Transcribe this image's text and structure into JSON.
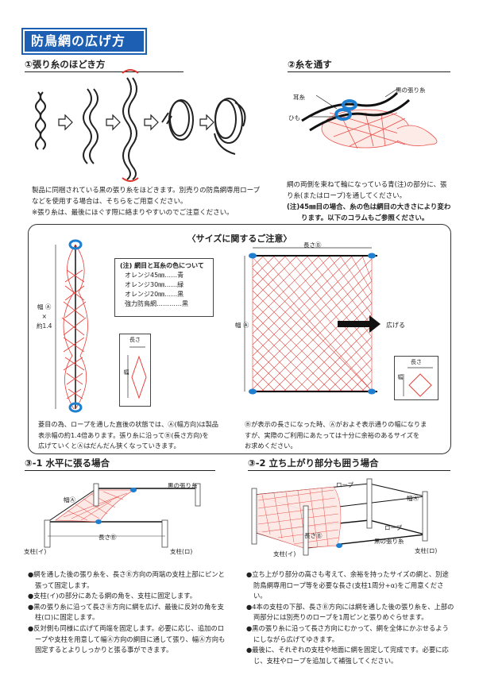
{
  "page_title": "防鳥網の広げ方",
  "step1": {
    "heading": "①張り糸のほどき方",
    "text": [
      "製品に同梱されている黒の張り糸をほどきます。別売りの防鳥網専用ロープ",
      "などを使用する場合は、そちらをご用意ください。",
      "※張り糸は、最後にほぐす際に絡まりやすいのでご注意ください。"
    ]
  },
  "step2": {
    "heading": "②糸を通す",
    "labels": {
      "black_line": "黒の張り糸",
      "ear": "耳糸",
      "string": "ひも"
    },
    "text": [
      "網の両側を束ねて輪になっている青(注)の部分に、張",
      "り糸(またはロープ)を通してください。"
    ],
    "note": [
      "(注)45㎜目の場合、糸の色は網目の大きさにより変わ",
      "ります。以下のコラムもご参照ください。"
    ]
  },
  "size_notice": {
    "title": "〈サイズに関するご注意〉",
    "width_label": [
      "幅 Ⓐ",
      "×",
      "約1.4"
    ],
    "legend": {
      "title": "(注) 網目と耳糸の色について",
      "rows": [
        "オレンジ45㎜……青",
        "オレンジ30㎜……緑",
        "オレンジ20㎜……黒",
        "強力防鳥網…………黒"
      ]
    },
    "small_diagram": {
      "length": "長さ",
      "width": "幅"
    },
    "big_diagram": {
      "length": "長さⒷ",
      "width": "幅 Ⓐ",
      "spread": "広げる"
    },
    "right_small": {
      "length": "長さ",
      "width": "幅"
    },
    "left_text": [
      "菱目の為、ロープを通した直後の状態では、Ⓐ(幅方向)は製品",
      "表示幅の約1.4倍あります。張り糸に沿ってⒷ(長さ方向)を",
      "広げていくとⒶはだんだん狭くなっていきます。"
    ],
    "right_text": [
      "Ⓑが表示の長さになった時、Ⓐがおよそ表示通りの幅になりま",
      "すが、実際のご利用にあたっては十分に余裕のあるサイズを",
      "お求めください。"
    ]
  },
  "step31": {
    "heading": "③-1 水平に張る場合",
    "labels": {
      "black_line": "黒の張り糸",
      "width": "幅Ⓐ",
      "length": "長さⒷ",
      "post_i": "支柱(イ)",
      "post_ro": "支柱(ロ)"
    },
    "bullets": [
      "網を通した後の張り糸を、長さⒷ方向の両端の支柱上部にピンと張って固定します。",
      "支柱(イ)の部分にあたる網の角を、支柱に固定します。",
      "黒の張り糸に沿って長さⒷ方向に網を広げ、最後に反対の角を支柱(ロ)に固定します。",
      "反対側も同様に広げて両端を固定します。必要に応じ、追加のロープや支柱を用意して幅Ⓐ方向の網目に通して張り、幅Ⓐ方向も固定するとよりしっかりと張る事ができます。"
    ]
  },
  "step32": {
    "heading": "③-2 立ち上がり部分も囲う場合",
    "labels": {
      "rope": "ロープ",
      "width": "幅Ⓐ",
      "rope2": "ロープ",
      "length": "長さⒷ",
      "black_line": "黒の張り糸",
      "post_i": "支柱(イ)",
      "post_ro": "支柱(ロ)"
    },
    "bullets": [
      "立ち上がり部分の高さも考えて、余裕を持ったサイズの網と、別途防鳥網専用ロープ等を必要な長さ(支柱1周分+α)をご用意ください。",
      "4本の支柱の下部、長さⒷ方向には網を通した後の張り糸を、上部の両部分には別売りのロープを1周ピンと張りめぐらせます。",
      "黒の張り糸に沿って長さ方向にむかって、網を全体にかぶせるようにしながら広げてゆきます。",
      "最後に、それぞれの支柱や地面に網を固定して完成です。必要に応じ、支柱やロープを追加して補強してください。"
    ]
  },
  "colors": {
    "accent": "#1c5fb3",
    "net": "#e8403a",
    "ear": "#1e7fd0"
  }
}
